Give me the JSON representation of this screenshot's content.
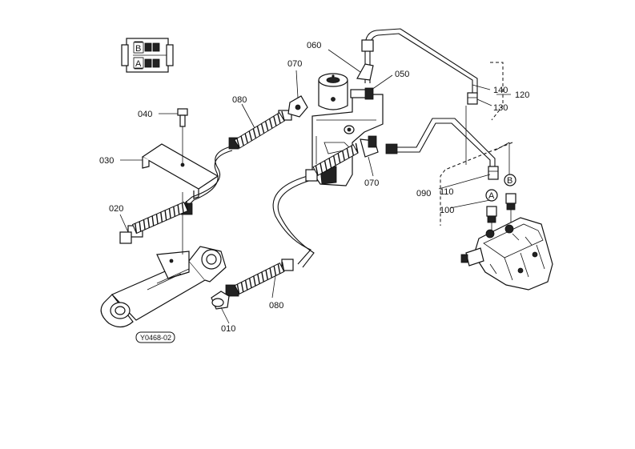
{
  "figure_code": "Y0468-02",
  "callouts": {
    "p010": "010",
    "p020": "020",
    "p030": "030",
    "p040": "040",
    "p050": "050",
    "p060": "060",
    "p070a": "070",
    "p070b": "070",
    "p080a": "080",
    "p080b": "080",
    "p090": "090",
    "p100": "100",
    "p110": "110",
    "p120": "120",
    "p130": "130",
    "p140": "140"
  },
  "port_labels": {
    "a": "A",
    "b": "B"
  },
  "inset": {
    "top": "B",
    "bottom": "A"
  }
}
